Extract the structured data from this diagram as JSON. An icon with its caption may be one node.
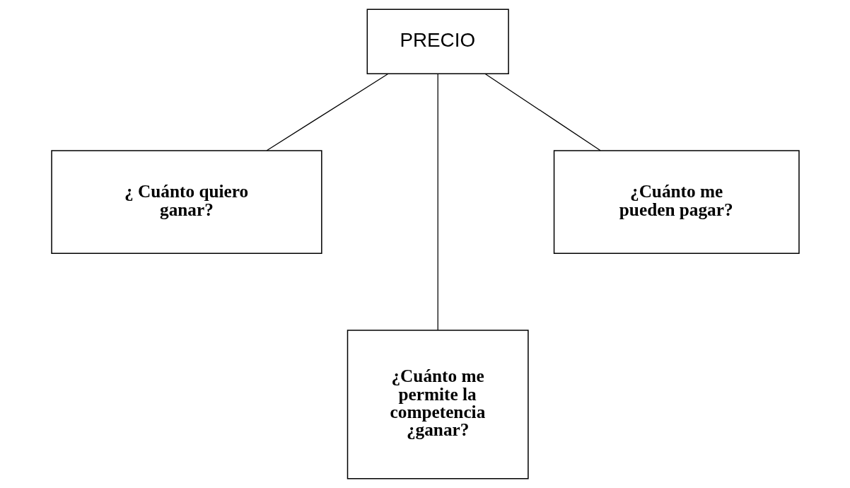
{
  "diagram": {
    "nodes": [
      {
        "text": [
          "PRECIO"
        ]
      },
      {
        "text": [
          "¿ Cuánto quiero ganar?"
        ]
      },
      {
        "text": [
          "¿Cuánto me permite la competencia ¿ganar?"
        ]
      },
      {
        "text": [
          "¿Cuánto me pueden pagar?"
        ]
      }
    ],
    "edges": [
      {
        "from": 0,
        "to": 1,
        "arrow": "none"
      },
      {
        "from": 0,
        "to": 2,
        "arrow": "none"
      },
      {
        "from": 0,
        "to": 3,
        "arrow": "none"
      }
    ]
  }
}
